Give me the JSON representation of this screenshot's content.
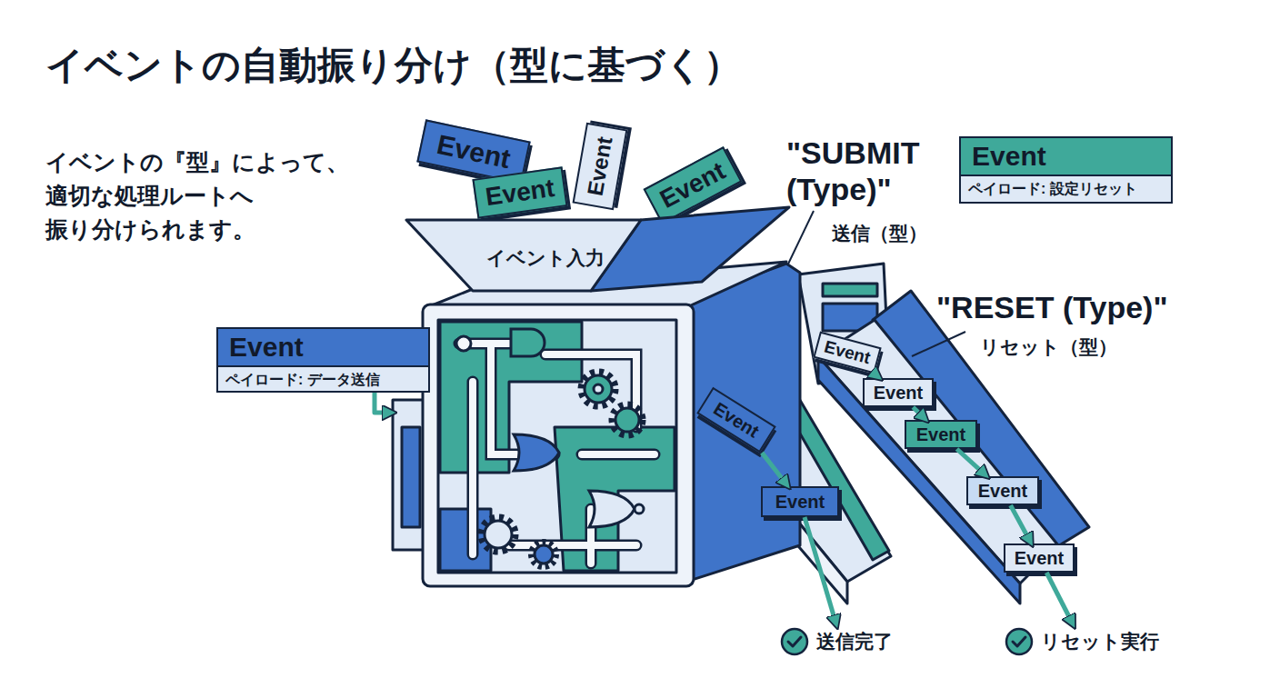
{
  "diagram": {
    "title": "イベントの自動振り分け（型に基づく）",
    "nodes": [
      {
        "text": [
          "Event"
        ]
      },
      {
        "text": [
          "Event"
        ]
      },
      {
        "text": [
          "Event"
        ]
      },
      {
        "text": [
          "Event"
        ]
      },
      {
        "text": [
          "Event",
          "ペイロード: 設定リセット"
        ]
      },
      {
        "text": [
          "イベント入力"
        ]
      },
      {
        "text": [
          "Event",
          "ペイロード: データ送信"
        ]
      },
      {
        "text": [
          "Event"
        ]
      },
      {
        "text": [
          "Event"
        ]
      },
      {
        "text": [
          "Event"
        ]
      },
      {
        "text": [
          "Event"
        ]
      },
      {
        "text": [
          "Event"
        ]
      },
      {
        "text": [
          "Event"
        ]
      },
      {
        "text": [
          "Event"
        ]
      },
      {
        "text": [
          "送信完了"
        ]
      },
      {
        "text": [
          "リセット実行"
        ]
      }
    ],
    "edges": [
      {
        "from": 6,
        "to": 5,
        "arrow": "to"
      },
      {
        "from": 7,
        "to": 8,
        "arrow": "to"
      },
      {
        "from": 8,
        "to": 14,
        "arrow": "to"
      },
      {
        "from": 9,
        "to": 10,
        "arrow": "to"
      },
      {
        "from": 10,
        "to": 11,
        "arrow": "to"
      },
      {
        "from": 11,
        "to": 12,
        "arrow": "to"
      },
      {
        "from": 12,
        "to": 13,
        "arrow": "to"
      },
      {
        "from": 13,
        "to": 15,
        "arrow": "to"
      }
    ],
    "labels": [
      "イベントの『型』によって、 適切な処理ルートへ 振り分けられます。",
      "\"SUBMIT (Type)\"",
      "送信（型）",
      "\"RESET (Type)\"",
      "リセット（型）"
    ]
  }
}
